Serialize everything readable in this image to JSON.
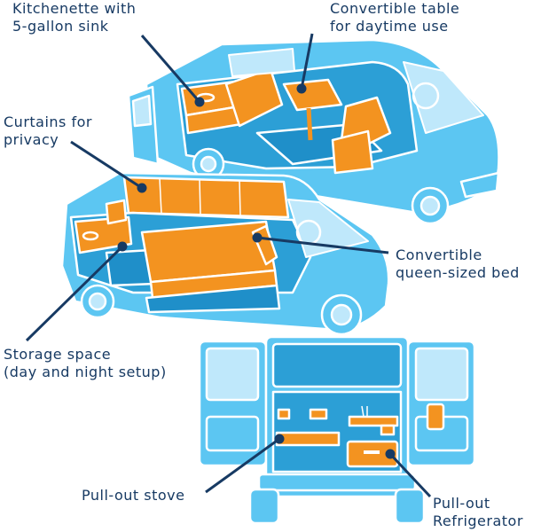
{
  "colors": {
    "van_body": "#5cc6f2",
    "van_dark": "#2c9fd6",
    "outline": "#ffffff",
    "furniture": "#f39320",
    "floor": "#1f8fc9",
    "window": "#bfe8fb",
    "label_text": "#173a63",
    "leader_line": "#173a63"
  },
  "labels": {
    "kitchenette": [
      "Kitchenette with",
      "5-gallon sink"
    ],
    "convertible_table": [
      "Convertible table",
      "for daytime use"
    ],
    "curtains": [
      "Curtains for",
      "privacy"
    ],
    "convertible_bed": [
      "Convertible",
      "queen-sized bed"
    ],
    "storage": [
      "Storage space",
      "(day and night setup)"
    ],
    "stove": [
      "Pull-out stove"
    ],
    "refrigerator": [
      "Pull-out",
      "Refrigerator"
    ]
  },
  "illustrations": {
    "day_van": "day-setup-van",
    "night_van": "night-setup-van",
    "rear_view": "rear-open-van"
  }
}
